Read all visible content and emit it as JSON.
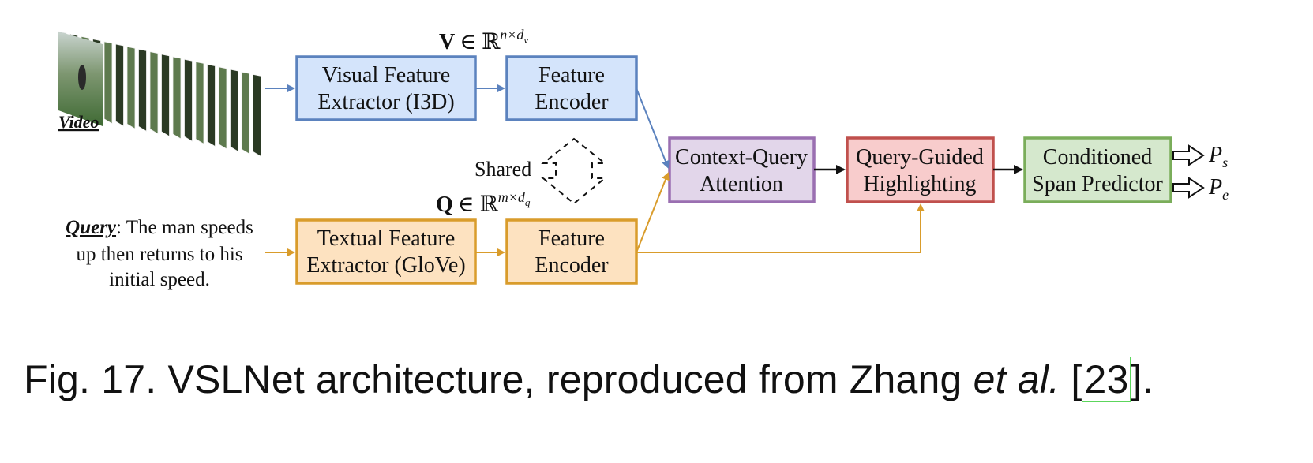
{
  "diagram": {
    "video_label": "Video",
    "query_label": "Query",
    "query_text_lines": [
      ": The man speeds",
      "up then returns to his",
      "initial speed."
    ],
    "boxes": {
      "visual_extractor": [
        "Visual Feature",
        "Extractor (I3D)"
      ],
      "visual_encoder": [
        "Feature",
        "Encoder"
      ],
      "textual_extractor": [
        "Textual Feature",
        "Extractor (GloVe)"
      ],
      "textual_encoder": [
        "Feature",
        "Encoder"
      ],
      "cq_attention": [
        "Context-Query",
        "Attention"
      ],
      "qg_highlighting": [
        "Query-Guided",
        "Highlighting"
      ],
      "span_predictor": [
        "Conditioned",
        "Span Predictor"
      ]
    },
    "shared_label": "Shared",
    "v_symbol": "V",
    "q_symbol": "Q",
    "real_symbol": "∈ ℝ",
    "v_exponent": "n×d",
    "v_exponent_sub": "v",
    "q_exponent": "m×d",
    "q_exponent_sub": "q",
    "output_start": "P",
    "output_start_sub": "s",
    "output_end": "P",
    "output_end_sub": "e",
    "colors": {
      "blue_fill": "#d4e4fb",
      "blue_stroke": "#5b82be",
      "orange_fill": "#fde2c0",
      "orange_stroke": "#d99c2b",
      "purple_fill": "#e2d6ea",
      "purple_stroke": "#9a6fb1",
      "red_fill": "#f8cccc",
      "red_stroke": "#c0504d",
      "green_fill": "#d5e8cd",
      "green_stroke": "#7aad5a"
    }
  },
  "caption": {
    "prefix": "Fig. 17. VSLNet architecture, reproduced from Zhang ",
    "italic": "et al.",
    "bracket_open": " [",
    "citation": "23",
    "bracket_close": "]."
  }
}
